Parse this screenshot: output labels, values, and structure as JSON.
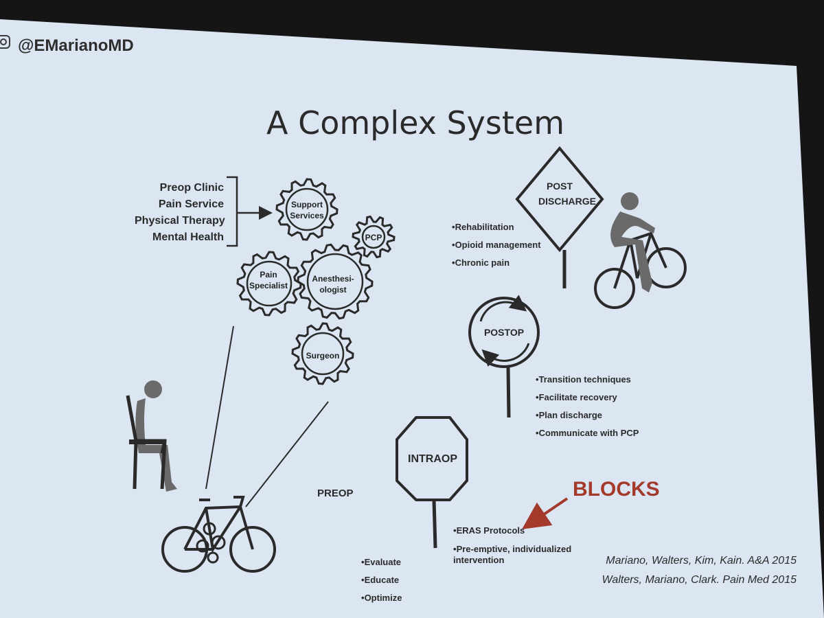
{
  "handle": "@EMarianoMD",
  "title": "A Complex System",
  "support_list": [
    "Preop Clinic",
    "Pain Service",
    "Physical Therapy",
    "Mental Health"
  ],
  "gears": {
    "support": "Support Services",
    "pcp": "PCP",
    "pain": "Pain Specialist",
    "anesth": "Anesthesi- ologist",
    "surgeon": "Surgeon"
  },
  "stages": {
    "preop": "PREOP",
    "intraop": "INTRAOP",
    "postop": "POSTOP",
    "post_discharge": "POST DISCHARGE"
  },
  "post_discharge_items": [
    "Rehabilitation",
    "Opioid management",
    "Chronic pain"
  ],
  "postop_items": [
    "Transition techniques",
    "Facilitate recovery",
    "Plan discharge",
    "Communicate with PCP"
  ],
  "intraop_items": [
    "ERAS Protocols",
    "Pre-emptive, individualized intervention"
  ],
  "preop_items": [
    "Evaluate",
    "Educate",
    "Optimize"
  ],
  "blocks": "BLOCKS",
  "citations": [
    "Mariano, Walters, Kim, Kain. A&A 2015",
    "Walters, Mariano, Clark. Pain Med 2015"
  ],
  "colors": {
    "slide": "#dce6f2",
    "ink": "#2a2a2a",
    "figure": "#6a6a6a",
    "accent": "#a33a2c"
  }
}
